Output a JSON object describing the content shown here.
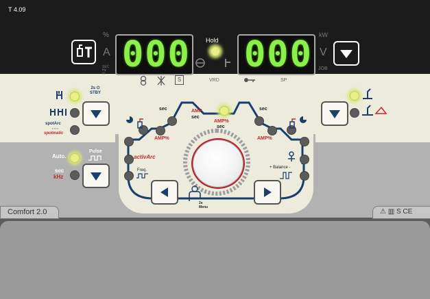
{
  "top": {
    "model": "T 4.09",
    "left_display": "000",
    "right_display": "000",
    "hold_label": "Hold",
    "unit_pct": "%",
    "unit_a": "A",
    "unit_small_left": "SEC\nHz\nm",
    "unit_kw": "kW",
    "unit_v": "V",
    "unit_job": "JOB",
    "vrd_label": "VRD",
    "sp_label": "SP",
    "s_box": "S"
  },
  "left": {
    "stby_label": "2s ⏻\nSTBY",
    "spot_label": "spotArc",
    "spotmatic_label": "spotmatic",
    "auto_label": "Auto.",
    "pulse_label": "Pulse",
    "sec_label": "sec",
    "khz_label": "kHz"
  },
  "center": {
    "sec1": "sec",
    "amp": "AMP",
    "sec2": "sec",
    "amp_pct_top": "AMP%",
    "sec_mid": "sec",
    "sec3": "sec",
    "amp_pct_left": "AMP%",
    "amp_pct_right": "AMP%",
    "activarc": "activArc",
    "freq": "Freq.",
    "balance": "+ Balance -",
    "menu": "2s\nMenu"
  },
  "footer": {
    "comfort": "Comfort 2.0",
    "cert": "⚠ ▥ S CE"
  },
  "leds": {
    "hold": true,
    "left_top": true,
    "auto": true,
    "right_top": true,
    "center_top": true
  }
}
